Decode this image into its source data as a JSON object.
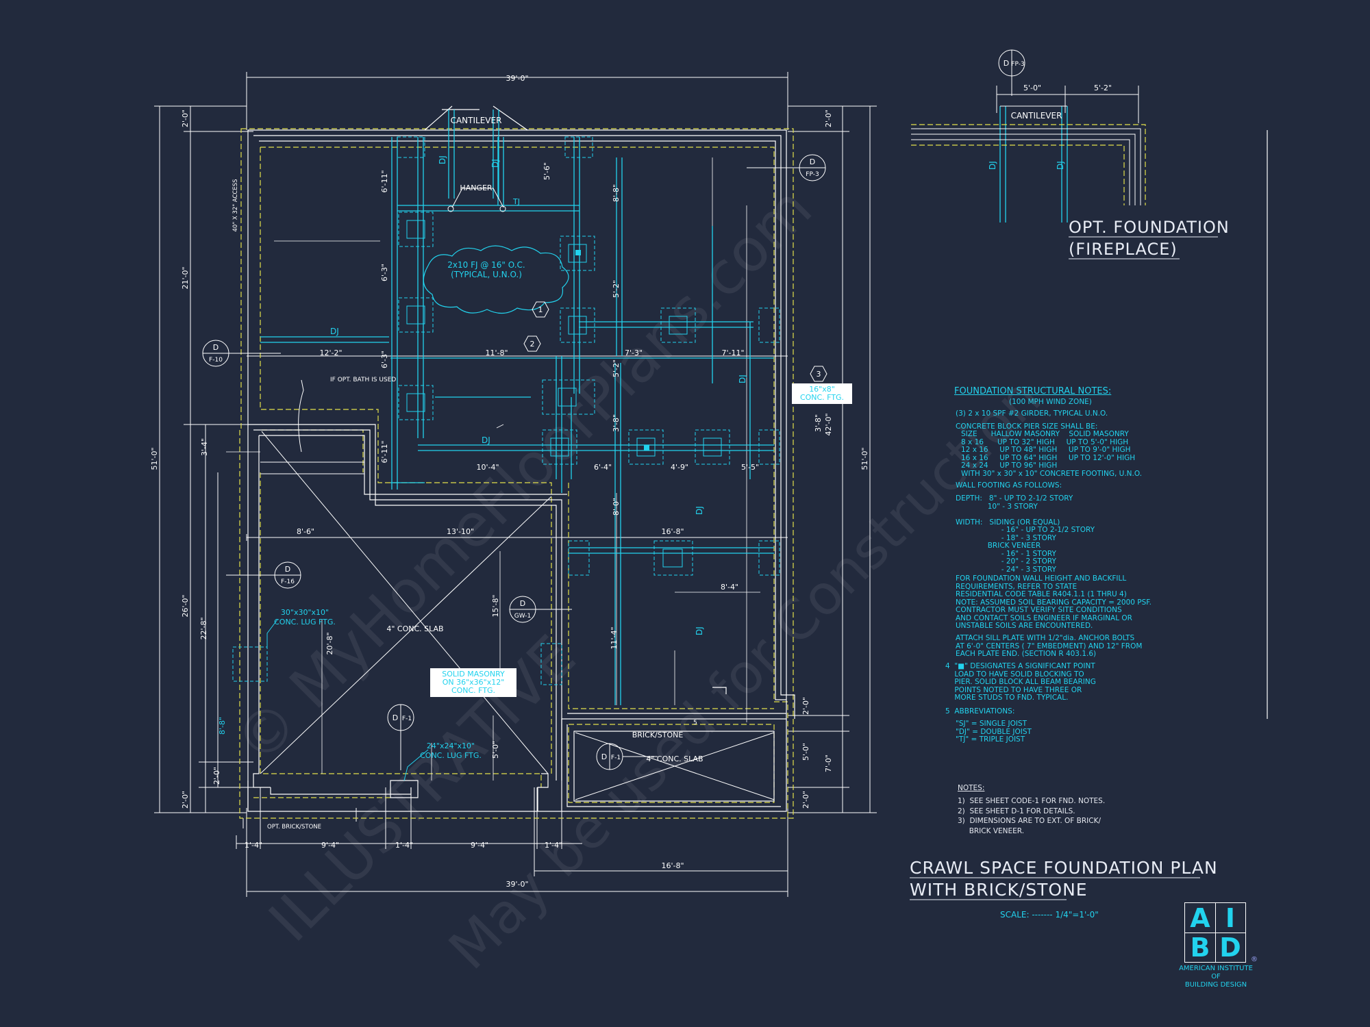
{
  "labels": {
    "cantilever": "CANTILEVER",
    "hanger": "HANGER",
    "tj": "TJ",
    "dj": "DJ",
    "access": "40\" X 32\" ACCESS",
    "opt_bath": "IF OPT. BATH IS USED",
    "conc_slab": "4\" CONC. SLAB",
    "brick_stone": "BRICK/STONE",
    "opt_brick_stone": "OPT. BRICK/STONE",
    "joist_note": [
      "2x10 FJ @ 16\" O.C.",
      "(TYPICAL, U.N.O.)"
    ],
    "lug_ftg_30": [
      "30\"x30\"x10\"",
      "CONC. LUG FTG."
    ],
    "lug_ftg_24": [
      "24\"x24\"x10\"",
      "CONC. LUG FTG."
    ],
    "conc_ftg_16": [
      "16\"x8\"",
      "CONC. FTG."
    ],
    "solid_masonry": [
      "SOLID MASONRY",
      "ON 36\"x36\"x12\"",
      "CONC. FTG."
    ],
    "five": "5"
  },
  "dims": {
    "top": "39'-0\"",
    "bottom": "39'-0\"",
    "left_overall": "51'-0\"",
    "right_overall": "51'-0\"",
    "left_2a": "2'-0\"",
    "left_21": "21'-0\"",
    "left_3_4": "3'-4\"",
    "left_26": "26'-0\"",
    "left_22_8": "22'-8\"",
    "left_8_8": "8'-8\"",
    "left_2b": "2'-0\"",
    "left_2c": "2'-0\"",
    "right_2a": "2'-0\"",
    "right_42": "42'-0\"",
    "right_2b": "2'-0\"",
    "right_5": "5'-0\"",
    "right_7": "7'-0\"",
    "right_2c": "2'-0\"",
    "int_6_11": "6'-11\"",
    "int_5_6": "5'-6\"",
    "int_8_8": "8'-8\"",
    "int_6_3": "6'-3\"",
    "int_5_2": "5'-2\"",
    "int_12_2": "12'-2\"",
    "int_11_8": "11'-8\"",
    "int_7_3": "7'-3\"",
    "int_7_11": "7'-11\"",
    "int_6_3b": "6'-3\"",
    "int_5_2b": "5'-2\"",
    "int_3_8": "3'-8\"",
    "int_6_11b": "6'-11\"",
    "int_10_4": "10'-4\"",
    "int_6_4": "6'-4\"",
    "int_4_9": "4'-9\"",
    "int_5_5": "5'-5\"",
    "int_8_6": "8'-6\"",
    "int_13_10": "13'-10\"",
    "int_16_8": "16'-8\"",
    "int_8_0": "8'-0\"",
    "int_8_4": "8'-4\"",
    "int_15_8": "15'-8\"",
    "int_20_8": "20'-8\"",
    "int_11_4": "11'-4\"",
    "int_5_0": "5'-0\"",
    "int_3_8b": "3'-8\"",
    "bot_1_4a": "1'-4\"",
    "bot_9_4a": "9'-4\"",
    "bot_1_4b": "1'-4\"",
    "bot_9_4b": "9'-4\"",
    "bot_1_4c": "1'-4\"",
    "bot_16_8": "16'-8\"",
    "fp_5_0": "5'-0\"",
    "fp_5_2": "5'-2\""
  },
  "section_marks": [
    {
      "letter": "D",
      "ref": "F-10"
    },
    {
      "letter": "D",
      "ref": "FP-3"
    },
    {
      "letter": "D",
      "ref": "F-16"
    },
    {
      "letter": "D",
      "ref": "GW-1"
    },
    {
      "letter": "D",
      "ref": "F-1"
    },
    {
      "letter": "D",
      "ref": "F-1"
    },
    {
      "letter": "D",
      "ref": "FP-3"
    }
  ],
  "note_tags": [
    "1",
    "2",
    "3"
  ],
  "opt_foundation": {
    "title": "OPT. FOUNDATION",
    "subtitle": "(FIREPLACE)"
  },
  "structural_notes": {
    "title": "FOUNDATION STRUCTURAL NOTES:",
    "subtitle": "(100 MPH WIND ZONE)",
    "n1": "(3) 2 x 10 SPF #2 GIRDER, TYPICAL U.N.O.",
    "n2": "CONCRETE BLOCK PIER SIZE SHALL BE:",
    "n2_table": "SIZE      HALLOW MASONRY    SOLID MASONRY\n8 x 16      UP TO 32\" HIGH     UP TO 5'-0\" HIGH\n12 x 16     UP TO 48\" HIGH     UP TO 9'-0\" HIGH\n16 x 16     UP TO 64\" HIGH     UP TO 12'-0\" HIGH\n24 x 24     UP TO 96\" HIGH\nWITH 30\" x 30\" x 10\" CONCRETE FOOTING, U.N.O.",
    "n3": "WALL FOOTING AS FOLLOWS:",
    "n3_body": "DEPTH:   8\" - UP TO 2-1/2 STORY\n              10\" - 3 STORY\n\nWIDTH:   SIDING (OR EQUAL)\n                    - 16\" - UP TO 2-1/2 STORY\n                    - 18\" - 3 STORY\n              BRICK VENEER\n                    - 16\" - 1 STORY\n                    - 20\" - 2 STORY\n                    - 24\" - 3 STORY",
    "p1": "FOR FOUNDATION WALL HEIGHT AND BACKFILL\nREQUIREMENTS, REFER TO STATE\nRESIDENTIAL CODE TABLE R404.1.1 (1 THRU 4)\nNOTE: ASSUMED SOIL BEARING CAPACITY = 2000 PSF.\nCONTRACTOR MUST VERIFY SITE CONDITIONS\nAND CONTACT SOILS ENGINEER IF MARGINAL OR\nUNSTABLE SOILS ARE ENCOUNTERED.",
    "p2": "ATTACH SILL PLATE WITH 1/2\"dia. ANCHOR BOLTS\nAT 6'-0\" CENTERS ( 7\" EMBEDMENT) AND 12\" FROM\nEACH PLATE END. (SECTION R 403.1.6)",
    "n4": "4  \"■\" DESIGNATES A SIGNIFICANT POINT\n    LOAD TO HAVE SOLID BLOCKING TO\n    PIER. SOLID BLOCK ALL BEAM BEARING\n    POINTS NOTED TO HAVE THREE OR\n    MORE STUDS TO FND. TYPICAL.",
    "n5": "5  ABBREVIATIONS:",
    "n5_body": "\"SJ\" = SINGLE JOIST\n\"DJ\" = DOUBLE JOIST\n\"TJ\" = TRIPLE JOIST"
  },
  "general_notes": {
    "title": "NOTES:",
    "lines": "1)  SEE SHEET CODE-1 FOR FND. NOTES.\n2)  SEE SHEET D-1 FOR DETAILS.\n3)  DIMENSIONS ARE TO EXT. OF BRICK/\n     BRICK VENEER."
  },
  "title_block": {
    "line1": "CRAWL SPACE FOUNDATION PLAN",
    "line2": "WITH BRICK/STONE",
    "scale": "SCALE: ------- 1/4\"=1'-0\""
  },
  "logo": {
    "tl": "A",
    "tr": "I",
    "bl": "B",
    "br": "D",
    "reg": "®",
    "caption": "AMERICAN INSTITUTE\nOF\nBUILDING DESIGN"
  },
  "watermark": [
    "© MyHomeFloorPlans.com",
    "ILLUSTRATIVE",
    "May be used for Construction"
  ],
  "colors": {
    "background": "#222a3d",
    "cyan": "#22d3ee",
    "yellow": "#e4e14b",
    "white": "#ffffff"
  }
}
